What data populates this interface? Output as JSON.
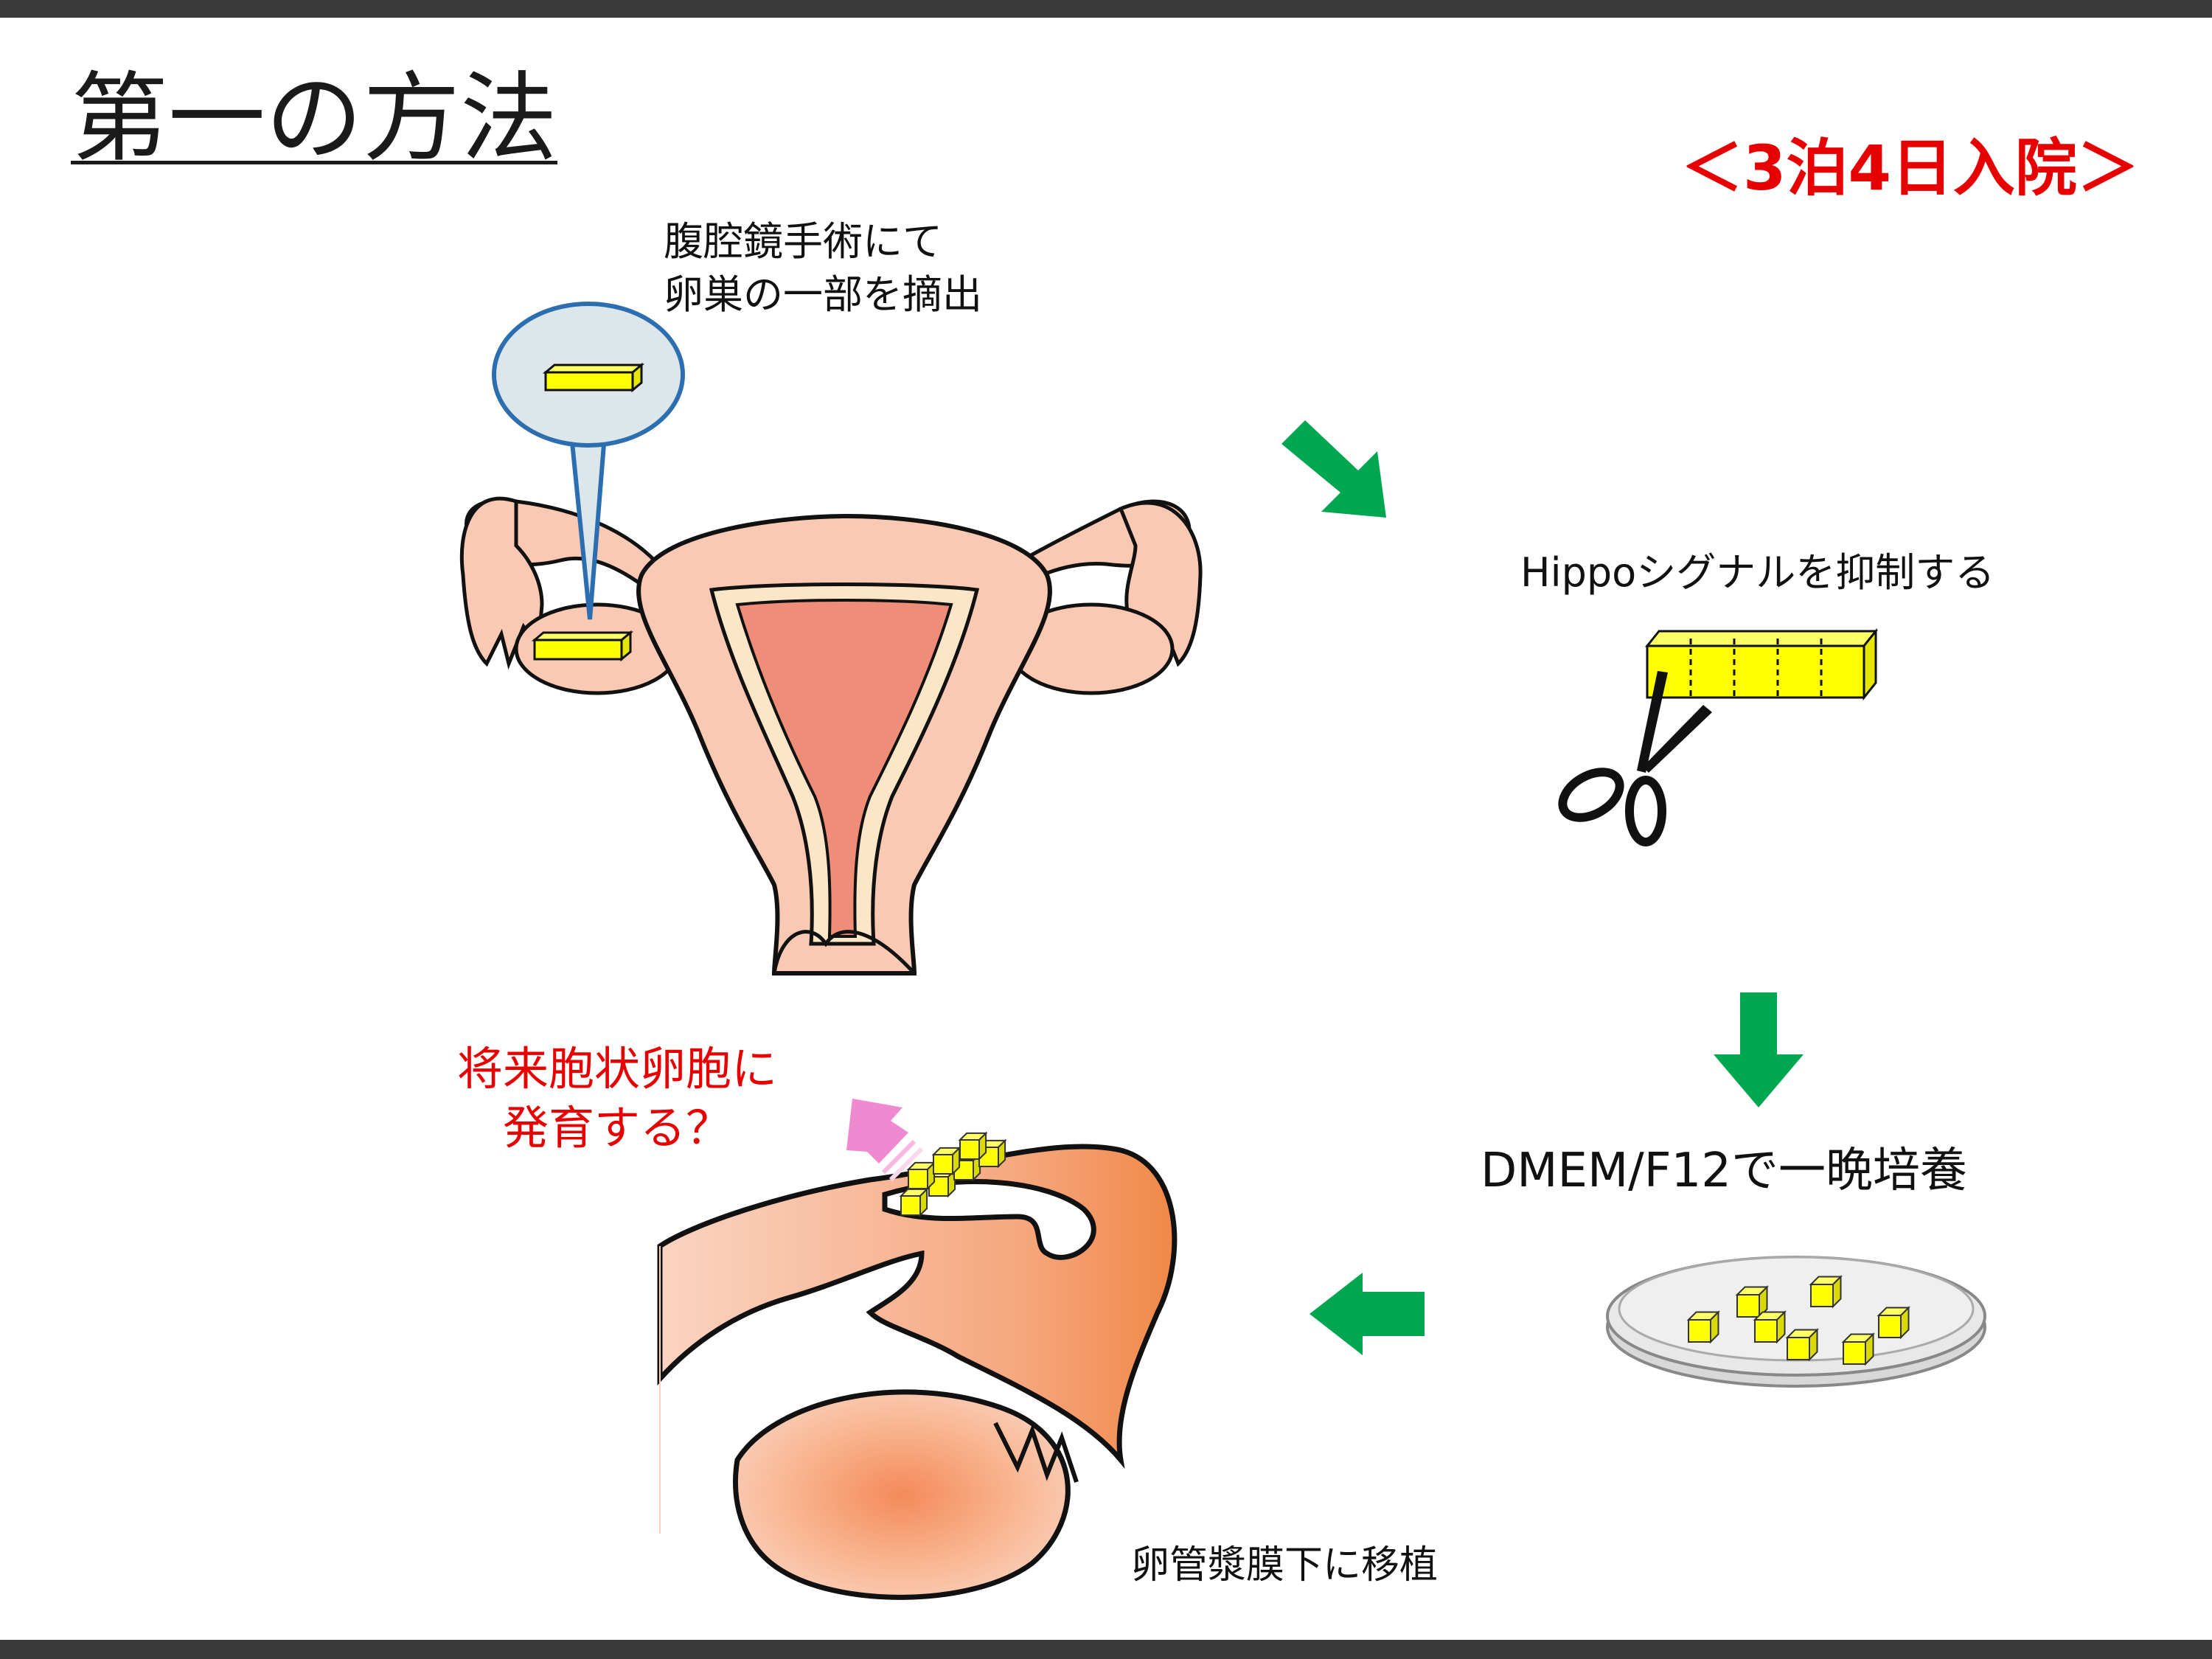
{
  "slide": {
    "title": "第一の方法",
    "stay_label": "＜3泊4日入院＞"
  },
  "steps": {
    "removal": {
      "line1": "腹腔鏡手術にて",
      "line2": "卵巣の一部を摘出"
    },
    "hippo": "Hippoシグナルを抑制する",
    "culture": "DMEM/F12で一晩培養",
    "transplant": "卵管漿膜下に移植",
    "outcome": {
      "line1": "将来胞状卵胞に",
      "line2": "発育する？"
    }
  },
  "colors": {
    "accent_red": "#e60000",
    "arrow_green": "#00a650",
    "arrow_pink": "#f08ad0",
    "tissue_yellow": "#ffff00",
    "uterus_skin": "#f9c9b3",
    "uterus_inner": "#ee8e78",
    "bubble_fill": "#dde6ea",
    "bubble_stroke": "#2c6fb0"
  },
  "icons": [
    "scissors-icon",
    "petri-dish-icon",
    "uterus-illustration",
    "oviduct-illustration"
  ]
}
